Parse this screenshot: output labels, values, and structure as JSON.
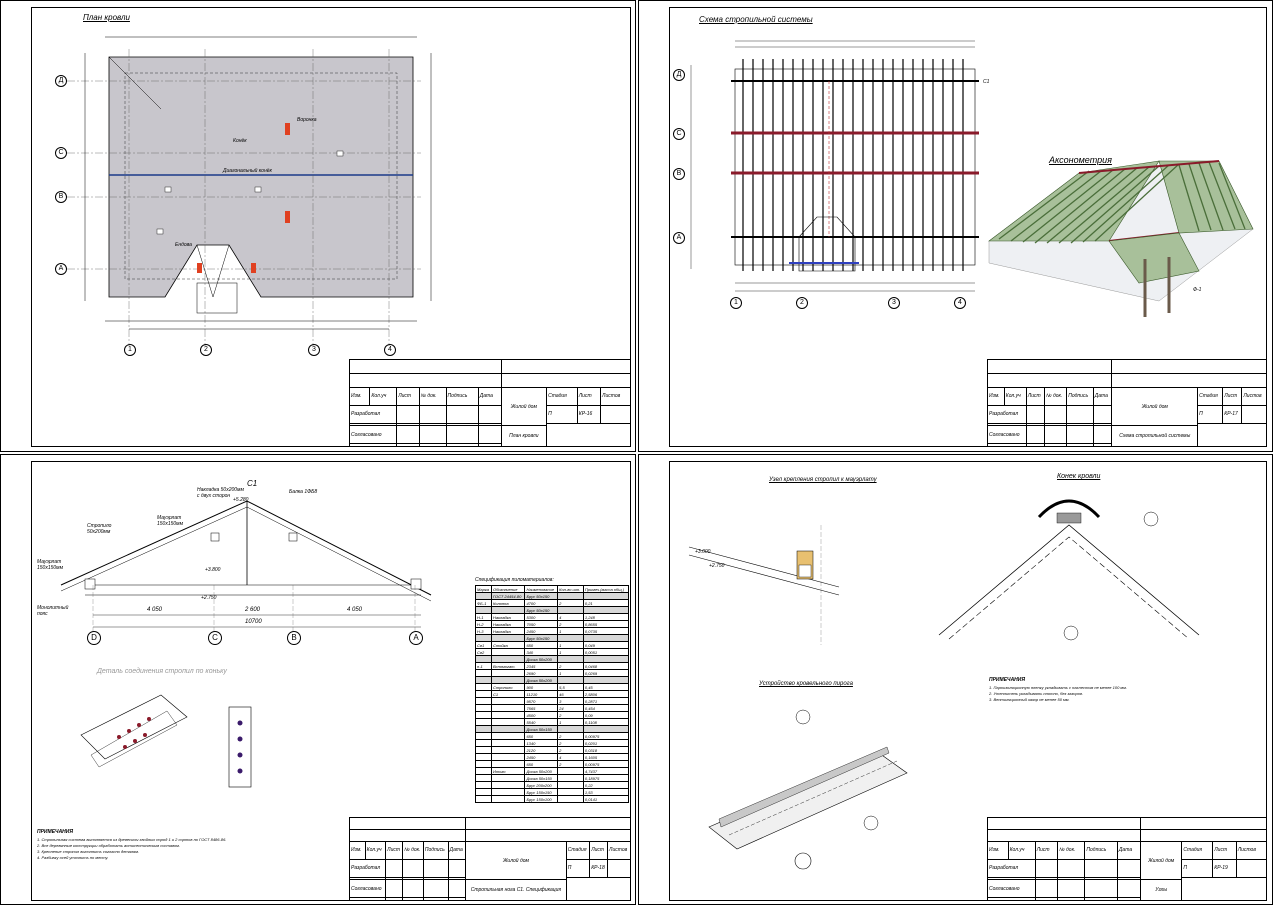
{
  "sheets": [
    {
      "title": "План кровли",
      "sheet_code": "КР-16",
      "drawing_name": "План кровли",
      "grid_columns": [
        "1",
        "2",
        "3",
        "4"
      ],
      "grid_rows": [
        "Д",
        "С",
        "В",
        "А"
      ],
      "labels": [
        "Ендова",
        "Конёк",
        "Воронка",
        "Диагональный конёк"
      ]
    },
    {
      "title": "Схема стропильной системы",
      "sheet_code": "КР-17",
      "drawing_name": "Схема стропильной системы",
      "subtitle": "Аксонометрия",
      "grid_columns": [
        "1",
        "2",
        "3",
        "4"
      ],
      "grid_rows": [
        "Д",
        "С",
        "В",
        "А"
      ],
      "callouts": [
        "С1",
        "Ф-1"
      ]
    },
    {
      "title": "С1",
      "sheet_code": "КР-18",
      "drawing_name": "Стропильная нога С1. Спецификация",
      "grid_labels": [
        "D",
        "C",
        "B",
        "A"
      ],
      "dims": [
        "4 050",
        "2 600",
        "4 050",
        "10700"
      ],
      "levels": [
        "+5.280",
        "+3.800",
        "+2.750"
      ],
      "member_labels": [
        "Накладка 50х200мм с двух сторон",
        "Мауэрлат 150х150мм",
        "Стропило 50х200мм",
        "Мауэрлат 150х150мм",
        "Балка 1ФБ8",
        "Монолитный пояс"
      ],
      "detail_title": "Деталь соединения стропил по коньку",
      "notes_title": "ПРИМЕЧАНИЯ",
      "notes": [
        "1. Стропильная система выполняется из древесины хвойных пород 1 и 2 сортов по ГОСТ 8486-86.",
        "2. Все деревянные конструкции обработать антисептическим составом.",
        "3. Крепление стропил выполнить согласно деталям.",
        "4. Разбивку осей уточнить по месту."
      ],
      "spec": {
        "title": "Спецификация пиломатериалов:",
        "headers": [
          "Марка",
          "Обозначение",
          "Наименование",
          "Кол-во шт.",
          "Примеч.(масса общ.)"
        ],
        "rows": [
          {
            "group": true,
            "cells": [
              "",
              "ГОСТ 24454-80",
              "Брус 50х150",
              "",
              ""
            ]
          },
          {
            "group": false,
            "cells": [
              "ФБ-1",
              "Колонна",
              "4700",
              "2",
              "0,21"
            ]
          },
          {
            "group": true,
            "cells": [
              "",
              "",
              "Брус 50х150",
              "",
              ""
            ]
          },
          {
            "group": false,
            "cells": [
              "Н-1",
              "Накладка",
              "5300",
              "4",
              "1,248"
            ]
          },
          {
            "group": false,
            "cells": [
              "Н-2",
              "Накладка",
              "7050",
              "2",
              "0,8655"
            ]
          },
          {
            "group": false,
            "cells": [
              "Н-3",
              "Накладка",
              "2450",
              "1",
              "0,0735"
            ]
          },
          {
            "group": true,
            "cells": [
              "",
              "",
              "Брус 50х150",
              "",
              ""
            ]
          },
          {
            "group": false,
            "cells": [
              "Св1",
              "Стойка",
              "650",
              "1",
              "0,049"
            ]
          },
          {
            "group": false,
            "cells": [
              "Св2",
              "",
              "340",
              "1",
              "0,0051"
            ]
          },
          {
            "group": true,
            "cells": [
              "",
              "",
              "Доска 50х200",
              "",
              ""
            ]
          },
          {
            "group": false,
            "cells": [
              "п-1",
              "Вспомогат.",
              "2345",
              "2",
              "0,0468"
            ]
          },
          {
            "group": false,
            "cells": [
              "",
              "",
              "2690",
              "1",
              "0,0269"
            ]
          },
          {
            "group": true,
            "cells": [
              "",
              "",
              "Доска 50х200",
              "",
              ""
            ]
          },
          {
            "group": false,
            "cells": [
              "",
              "Стропило",
              "900",
              "5,5",
              "0,45"
            ]
          },
          {
            "group": false,
            "cells": [
              "",
              "С1",
              "11210",
              "46",
              "2,5806"
            ]
          },
          {
            "group": false,
            "cells": [
              "",
              "",
              "9570",
              "3",
              "0,2871"
            ]
          },
          {
            "group": false,
            "cells": [
              "",
              "",
              "7565",
              "24",
              "0,454"
            ]
          },
          {
            "group": false,
            "cells": [
              "",
              "",
              "4500",
              "2",
              "0,09"
            ]
          },
          {
            "group": false,
            "cells": [
              "",
              "",
              "5540",
              "1",
              "0,1108"
            ]
          },
          {
            "group": true,
            "cells": [
              "",
              "",
              "Доска 50х150",
              "",
              ""
            ]
          },
          {
            "group": false,
            "cells": [
              "",
              "",
              "650",
              "2",
              "0,00975"
            ]
          },
          {
            "group": false,
            "cells": [
              "",
              "",
              "1340",
              "2",
              "0,0201"
            ]
          },
          {
            "group": false,
            "cells": [
              "",
              "",
              "2120",
              "2",
              "0,0318"
            ]
          },
          {
            "group": false,
            "cells": [
              "",
              "",
              "2450",
              "4",
              "0,1605"
            ]
          },
          {
            "group": false,
            "cells": [
              "",
              "",
              "650",
              "2",
              "0,00975"
            ]
          },
          {
            "group": false,
            "cells": [
              "",
              "Итого",
              "Доска 50х200",
              "",
              "4,7437"
            ]
          },
          {
            "group": false,
            "cells": [
              "",
              "",
              "Доска 50х150",
              "",
              "0,18975"
            ]
          },
          {
            "group": false,
            "cells": [
              "",
              "",
              "Брус 200х200",
              "",
              "0,22"
            ]
          },
          {
            "group": false,
            "cells": [
              "",
              "",
              "Брус 150х150",
              "",
              "1,53"
            ]
          },
          {
            "group": false,
            "cells": [
              "",
              "",
              "Брус 150х100",
              "",
              "0,0141"
            ]
          }
        ]
      }
    },
    {
      "title": "Узел крепления стропил к мауэрлату",
      "sheet_code": "КР-19",
      "drawing_name": "Узлы",
      "ridge_title": "Конек кровли",
      "pie_title": "Устройство кровельного пирога",
      "levels": [
        "+3.000",
        "+2.750"
      ],
      "notes_title": "ПРИМЕЧАНИЯ",
      "notes": [
        "1. Пароизоляционную пленку укладывать с нахлестом не менее 100 мм.",
        "2. Утеплитель укладывать плотно, без зазоров.",
        "3. Вентиляционный зазор не менее 50 мм."
      ]
    }
  ],
  "title_block": {
    "header_cells": [
      "Изм.",
      "Кол.уч",
      "Лист",
      "№ док.",
      "Подпись",
      "Дата"
    ],
    "role_1": "Разработал",
    "role_2": "Согласовано",
    "project": "Жилой дом",
    "stage_label": "Стадия",
    "sheet_label": "Лист",
    "sheets_label": "Листов",
    "stage": "П"
  }
}
